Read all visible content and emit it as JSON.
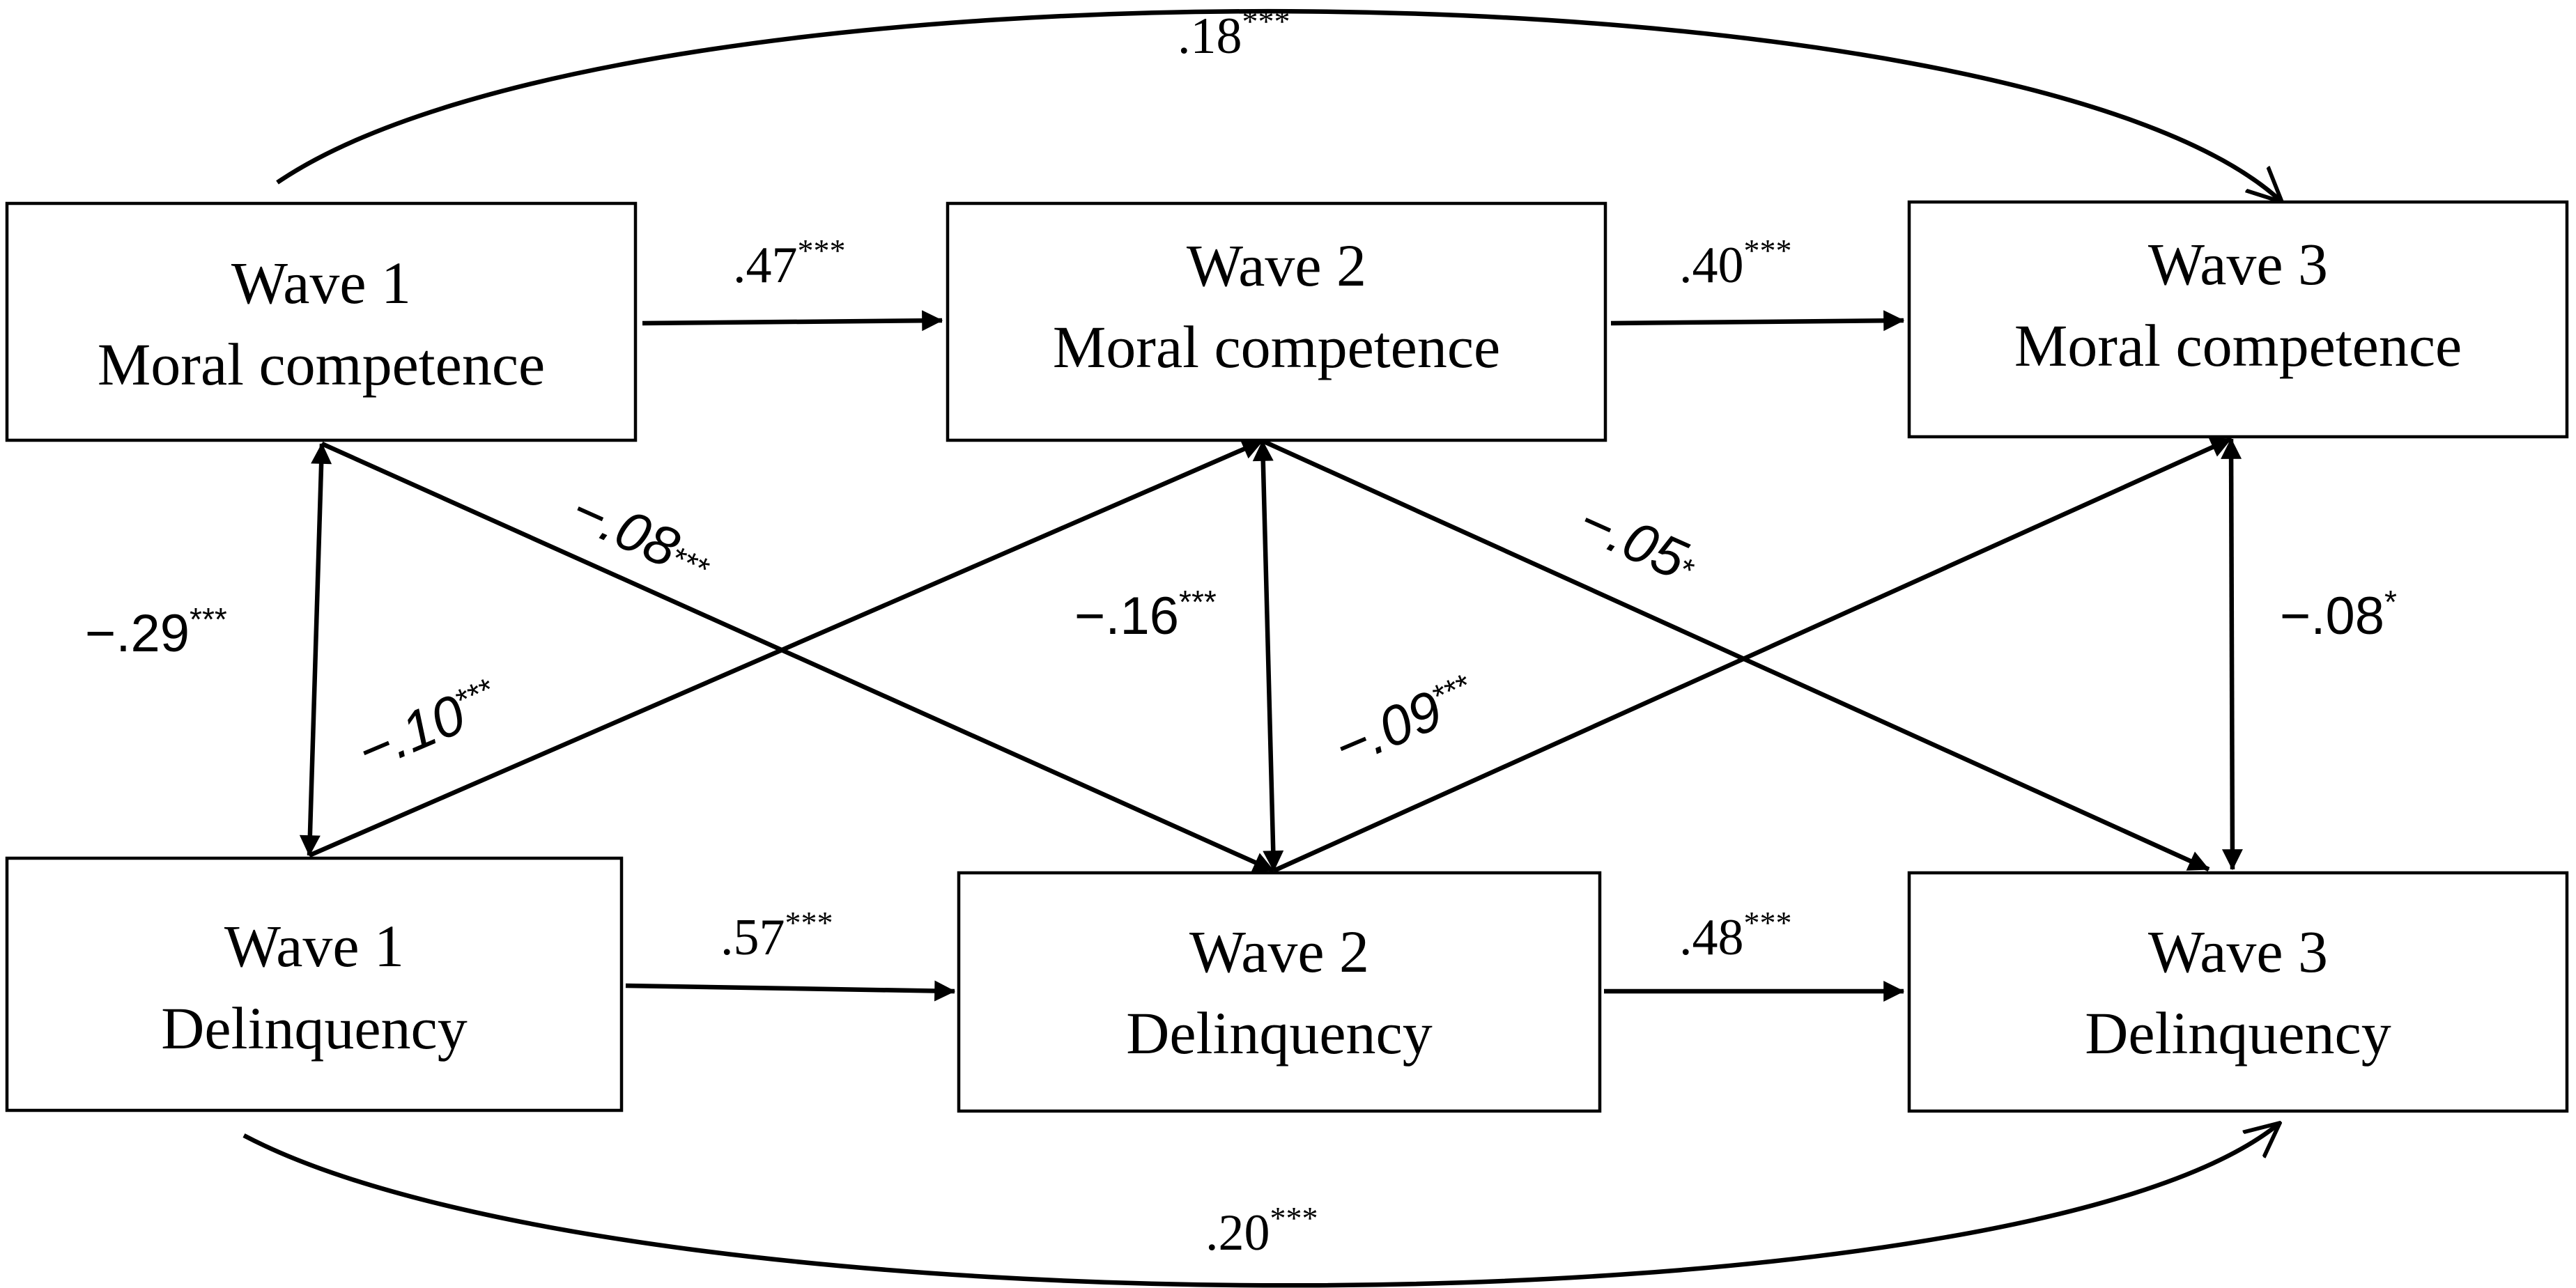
{
  "nodes": {
    "mc1": {
      "line1": "Wave 1",
      "line2": "Moral competence"
    },
    "mc2": {
      "line1": "Wave 2",
      "line2": "Moral competence"
    },
    "mc3": {
      "line1": "Wave 3",
      "line2": "Moral competence"
    },
    "d1": {
      "line1": "Wave 1",
      "line2": "Delinquency"
    },
    "d2": {
      "line1": "Wave 2",
      "line2": "Delinquency"
    },
    "d3": {
      "line1": "Wave 3",
      "line2": "Delinquency"
    }
  },
  "paths": {
    "mc1_mc3": {
      "value": ".18",
      "sig": "***"
    },
    "mc1_mc2": {
      "value": ".47",
      "sig": "***"
    },
    "mc2_mc3": {
      "value": ".40",
      "sig": "***"
    },
    "d1_d2": {
      "value": ".57",
      "sig": "***"
    },
    "d2_d3": {
      "value": ".48",
      "sig": "***"
    },
    "d1_d3": {
      "value": ".20",
      "sig": "***"
    },
    "mc1_d1": {
      "value": "−.29",
      "sig": "***"
    },
    "mc2_d2": {
      "value": "−.16",
      "sig": "***"
    },
    "mc3_d3": {
      "value": "−.08",
      "sig": "*"
    },
    "mc1_d2": {
      "value": "−.08",
      "sig": "***"
    },
    "d1_mc2": {
      "value": "−.10",
      "sig": "***"
    },
    "mc2_d3": {
      "value": "−.05",
      "sig": "*"
    },
    "d2_mc3": {
      "value": "−.09",
      "sig": "***"
    }
  }
}
